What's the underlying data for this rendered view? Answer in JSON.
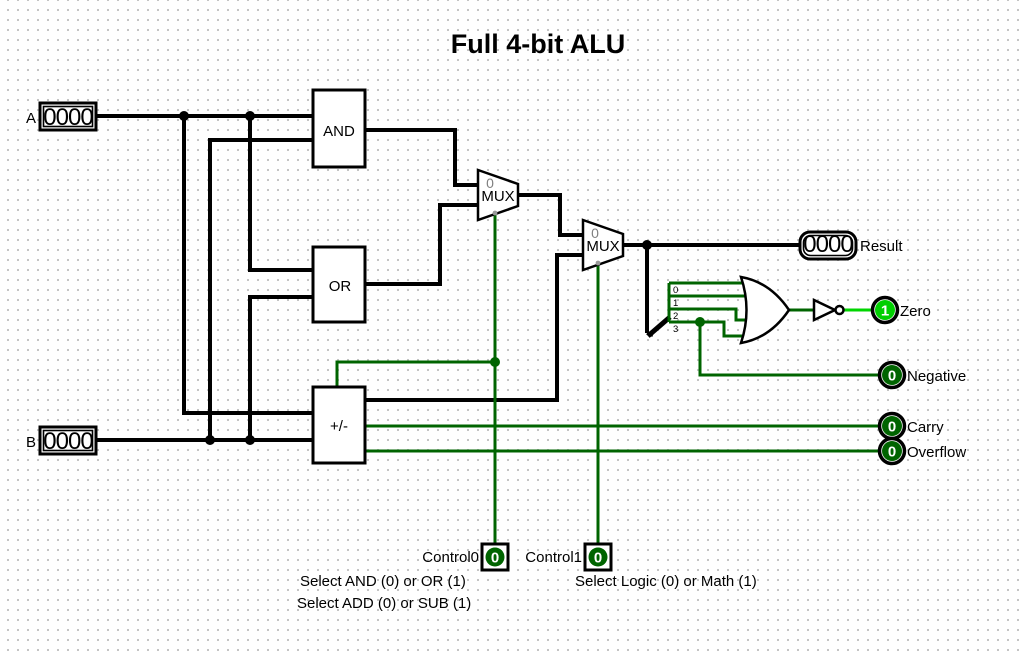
{
  "title": "Full 4-bit ALU",
  "colors": {
    "wire_bus": "#000000",
    "wire_low": "#006400",
    "wire_high": "#00d500",
    "ball_low": "#006400",
    "ball_high": "#00cf00",
    "mux_index_gray": "#808080",
    "grid_dot": "#c4c4c4"
  },
  "inputs": {
    "a": {
      "label": "A",
      "value": "0000"
    },
    "b": {
      "label": "B",
      "value": "0000"
    },
    "control0": {
      "label": "Control0",
      "value": "0"
    },
    "control1": {
      "label": "Control1",
      "value": "0"
    }
  },
  "outputs": {
    "result": {
      "label": "Result",
      "value": "0000"
    },
    "zero": {
      "label": "Zero",
      "value": "1"
    },
    "negative": {
      "label": "Negative",
      "value": "0"
    },
    "carry": {
      "label": "Carry",
      "value": "0"
    },
    "overflow": {
      "label": "Overflow",
      "value": "0"
    }
  },
  "components": {
    "and_gate": {
      "label": "AND"
    },
    "or_gate": {
      "label": "OR"
    },
    "addsub": {
      "label": "+/-"
    },
    "mux0": {
      "label": "MUX",
      "index_label": "0"
    },
    "mux1": {
      "label": "MUX",
      "index_label": "0"
    },
    "splitter_bits": [
      "0",
      "1",
      "2",
      "3"
    ]
  },
  "notes": [
    "Select AND (0) or OR (1)",
    "Select ADD (0) or SUB (1)",
    "Select Logic (0) or Math (1)"
  ]
}
